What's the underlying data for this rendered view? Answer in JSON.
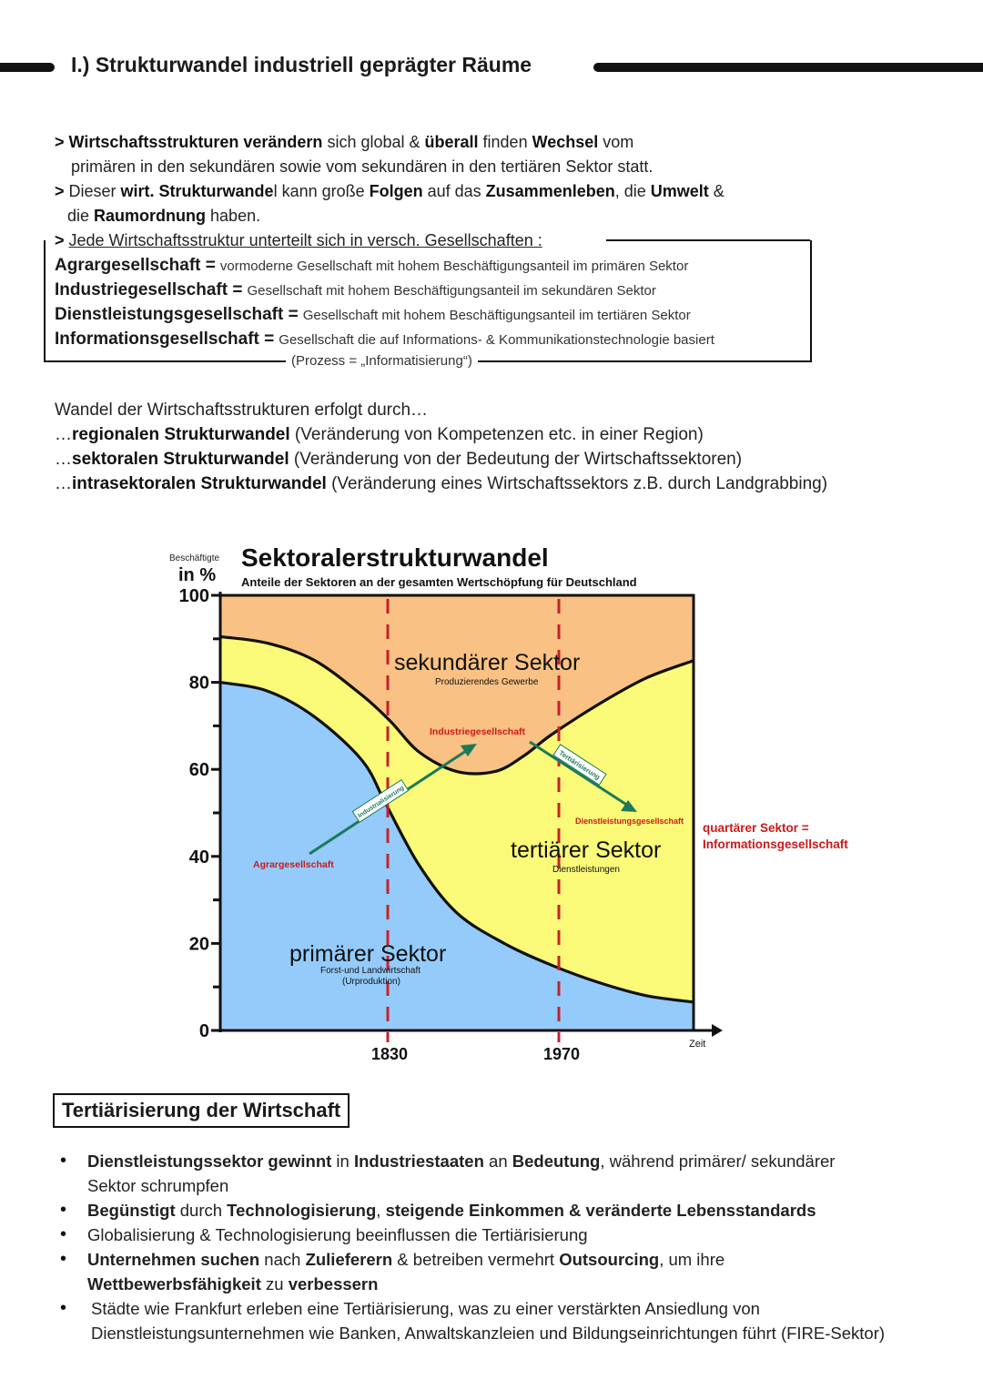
{
  "header": {
    "title": "I.) Strukturwandel industriell geprägter Räume"
  },
  "intro": {
    "l1_bold1": "> Wirtschaftsstrukturen verändern",
    "l1_t1": " sich global & ",
    "l1_bold2": "überall",
    "l1_t2": " finden ",
    "l1_bold3": "Wechsel",
    "l1_t3": " vom",
    "l2": "primären in den sekundären sowie vom sekundären in den tertiären Sektor statt.",
    "l3_pre": "> ",
    "l3_t1": "Dieser ",
    "l3_bold1": "wirt. Strukturwande",
    "l3_t2": "l kann große ",
    "l3_bold2": "Folgen",
    "l3_t3": " auf das ",
    "l3_bold3": "Zusammenleben",
    "l3_t4": ", die ",
    "l3_bold4": "Umwelt",
    "l3_t5": " &",
    "l4_t1": "die ",
    "l4_bold": "Raumordnung",
    "l4_t2": " haben.",
    "l5_pre": "> ",
    "l5_u": "Jede Wirtschaftsstruktur unterteilt sich in versch. Gesellschaften :"
  },
  "definitions": [
    {
      "term": "Agrargesellschaft =",
      "desc": "vormoderne Gesellschaft mit hohem Beschäftigungsanteil im primären Sektor"
    },
    {
      "term": "Industriegesellschaft =",
      "desc": "Gesellschaft mit hohem Beschäftigungsanteil im sekundären Sektor"
    },
    {
      "term": "Dienstleistungsgesellschaft =",
      "desc": "Gesellschaft mit hohem Beschäftigungsanteil im tertiären Sektor"
    },
    {
      "term": "Informationsgesellschaft =",
      "desc": "Gesellschaft die auf Informations- & Kommunikationstechnologie basiert"
    }
  ],
  "process_note": "(Prozess = „Informatisierung“)",
  "wandel": {
    "intro": "Wandel der Wirtschaftsstrukturen erfolgt durch…",
    "items": [
      {
        "pre": "…",
        "bold": "regionalen Strukturwandel",
        "rest": " (Veränderung von Kompetenzen etc. in einer Region)"
      },
      {
        "pre": "…",
        "bold": "sektoralen Strukturwandel",
        "rest": " (Veränderung von der Bedeutung der Wirtschaftssektoren)"
      },
      {
        "pre": "…",
        "bold": "intrasektoralen Strukturwandel",
        "rest": " (Veränderung eines Wirtschaftssektors z.B. durch Landgrabbing)"
      }
    ]
  },
  "chart_data": {
    "type": "area",
    "title": "Sektoralerstrukturwandel",
    "subtitle": "Anteile der Sektoren an der gesamten Wertschöpfung für Deutschland",
    "ylabel_small": "Beschäftigte",
    "ylabel": "in %",
    "xlabel": "Zeit",
    "ylim": [
      0,
      100
    ],
    "yticks": [
      "0",
      "20",
      "40",
      "60",
      "80",
      "100"
    ],
    "xticks": [
      "1830",
      "1970"
    ],
    "series": [
      {
        "name": "primärer Sektor",
        "sub": "Forst-und Landwirtschaft",
        "sub2": "(Urproduktion)",
        "color": "#94cbfb",
        "points": [
          [
            0,
            80
          ],
          [
            0.1,
            78
          ],
          [
            0.2,
            72
          ],
          [
            0.3,
            62
          ],
          [
            0.35,
            52
          ],
          [
            0.42,
            38
          ],
          [
            0.5,
            27
          ],
          [
            0.6,
            20
          ],
          [
            0.7,
            15
          ],
          [
            0.8,
            11
          ],
          [
            0.9,
            8
          ],
          [
            1.0,
            6.5
          ]
        ]
      },
      {
        "name": "sekundärer Sektor",
        "sub": "Produzierendes Gewerbe",
        "color": "#f9c183"
      },
      {
        "name": "tertiärer Sektor",
        "sub": "Dienstleistungen",
        "color": "#fafa78",
        "points": [
          [
            0,
            90.5
          ],
          [
            0.1,
            89
          ],
          [
            0.2,
            85
          ],
          [
            0.3,
            77
          ],
          [
            0.36,
            71
          ],
          [
            0.42,
            64
          ],
          [
            0.5,
            59.5
          ],
          [
            0.58,
            59.5
          ],
          [
            0.64,
            63
          ],
          [
            0.7,
            68
          ],
          [
            0.8,
            75
          ],
          [
            0.9,
            81
          ],
          [
            1.0,
            85
          ]
        ]
      }
    ],
    "annotations": {
      "agrar": "Agrargesellschaft",
      "industrie": "Industriegesellschaft",
      "dienst": "Dienstleistungsgesellschaft",
      "industrialisierung": "Industrialisierung",
      "tertiaerisierung": "Tertiärisierung",
      "quartaer1": "quartärer Sektor =",
      "quartaer2": "Informationsgesellschaft"
    },
    "colors": {
      "annotation_red": "#cc1a1a",
      "arrow_green": "#1a7a5a",
      "divider_red": "#c8202a"
    }
  },
  "tertiaer": {
    "heading": "Tertiärisierung der Wirtschaft",
    "b1_bold1": "Dienstleistungssektor gewinnt",
    "b1_t1": " in ",
    "b1_bold2": "Industriestaaten",
    "b1_t2": " an ",
    "b1_bold3": "Bedeutung",
    "b1_t3": ", während primärer/ sekundärer",
    "b1_l2": "Sektor schrumpfen",
    "b2_bold1": "Begünstigt",
    "b2_t1": " durch ",
    "b2_bold2": "Technologisierung",
    "b2_t2": ", ",
    "b2_bold3": "steigende Einkommen & veränderte Lebensstandards",
    "b3": "Globalisierung & Technologisierung beeinflussen die Tertiärisierung",
    "b4_bold1": "Unternehmen suchen",
    "b4_t1": " nach ",
    "b4_bold2": "Zulieferern",
    "b4_t2": " & betreiben vermehrt ",
    "b4_bold3": "Outsourcing",
    "b4_t3": ", um ihre",
    "b4_bold4": "Wettbewerbsfähigkeit",
    "b4_t4": " zu ",
    "b4_bold5": "verbessern",
    "b5_l1": "Städte wie Frankfurt erleben eine Tertiärisierung, was zu einer verstärkten Ansiedlung von",
    "b5_l2": "Dienstleistungsunternehmen wie Banken, Anwaltskanzleien und Bildungseinrichtungen führt  (FIRE-Sektor)"
  }
}
